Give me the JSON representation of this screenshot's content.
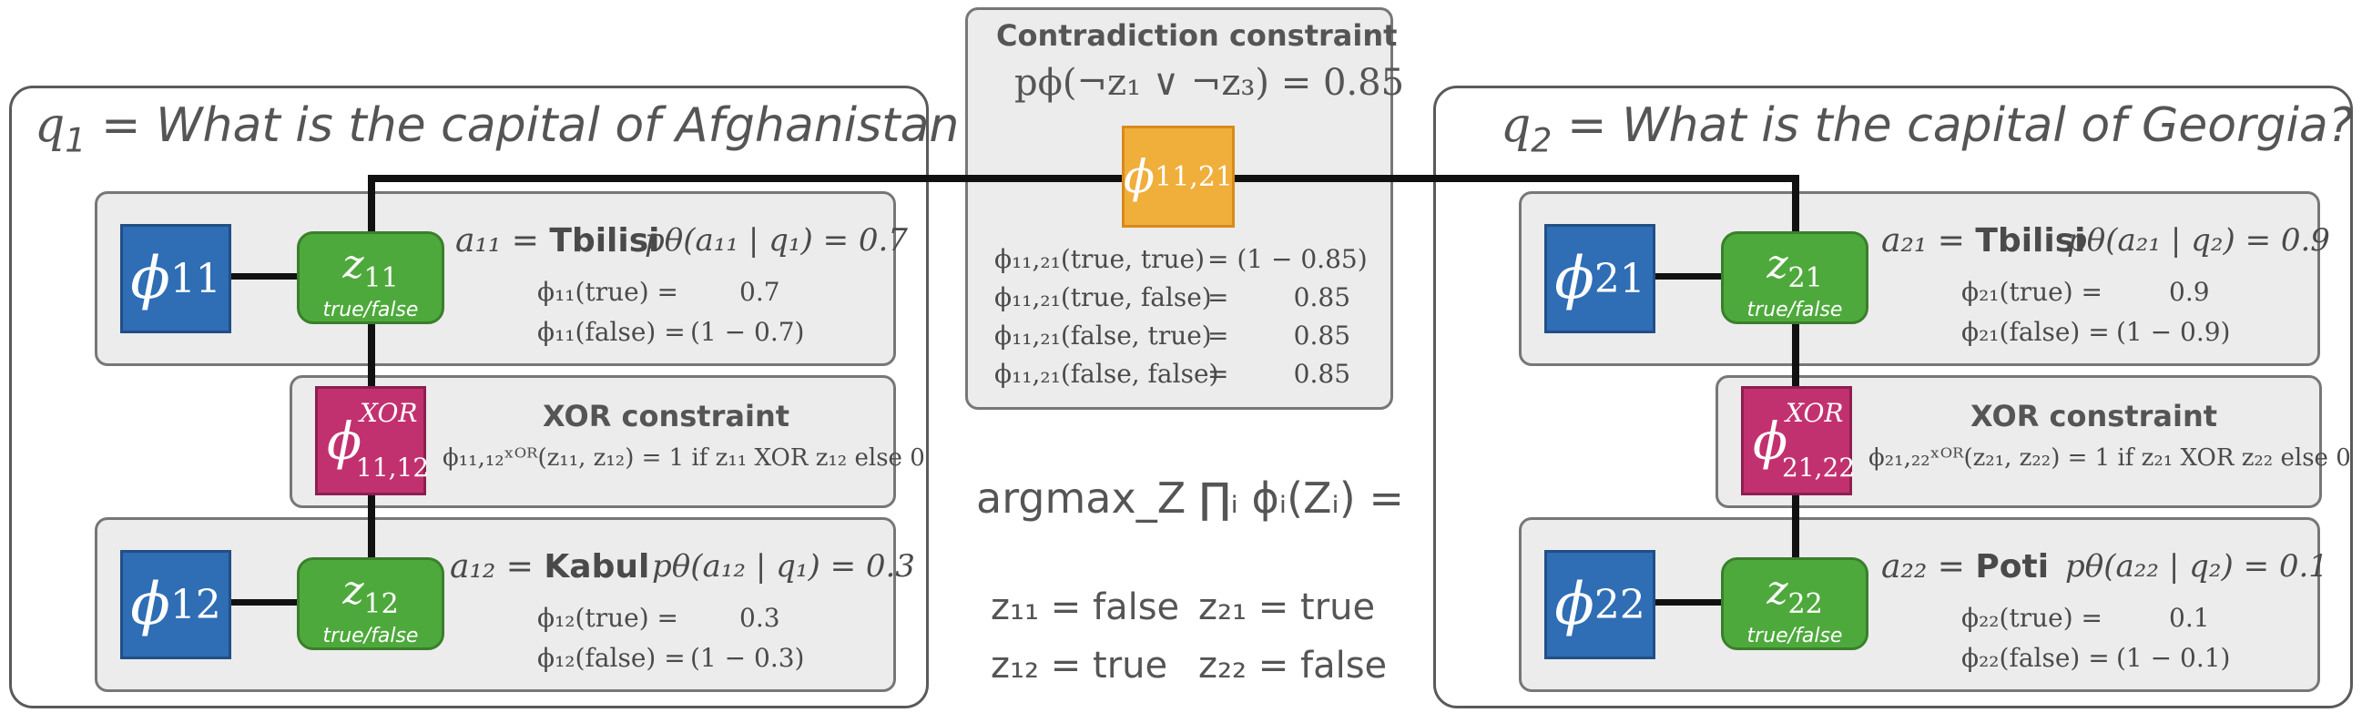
{
  "q1": {
    "var": "q",
    "idx": "1",
    "eq": " = ",
    "text": "What is the capital of Afghanistan?"
  },
  "q2": {
    "var": "q",
    "idx": "2",
    "eq": " = ",
    "text": "What is the capital of Georgia?"
  },
  "contradiction": {
    "title": "Contradiction constraint",
    "formula": "pϕ(¬z₁ ∨ ¬z₃) = 0.85",
    "node": "ϕ",
    "node_idx": "11,21",
    "rows": [
      {
        "arg": "ϕ₁₁,₂₁(true, true)",
        "val": "= (1 − 0.85)"
      },
      {
        "arg": "ϕ₁₁,₂₁(true, false)",
        "val": "=        0.85"
      },
      {
        "arg": "ϕ₁₁,₂₁(false, true)",
        "val": "=        0.85"
      },
      {
        "arg": "ϕ₁₁,₂₁(false, false)",
        "val": "=        0.85"
      }
    ]
  },
  "left": {
    "a1": {
      "phi": "ϕ",
      "phi_idx": "11",
      "z": "z",
      "z_idx": "11",
      "tf": "true/false",
      "label": "a₁₁ = ",
      "answer": "Tbilisi",
      "prob": "pθ(a₁₁ | q₁) = 0.7",
      "rows": [
        {
          "arg": "ϕ₁₁(true) =",
          "val": "0.7"
        },
        {
          "arg": "ϕ₁₁(false) =",
          "val": "(1 − 0.7)"
        }
      ]
    },
    "xor": {
      "node": "ϕ",
      "node_sup": "XOR",
      "node_sub": "11,12",
      "title": "XOR constraint",
      "formula": "ϕ₁₁,₁₂ˣᴼᴿ(z₁₁, z₁₂) = 1 if z₁₁ XOR z₁₂ else 0"
    },
    "a2": {
      "phi": "ϕ",
      "phi_idx": "12",
      "z": "z",
      "z_idx": "12",
      "tf": "true/false",
      "label": "a₁₂ = ",
      "answer": "Kabul",
      "prob": "pθ(a₁₂ | q₁) = 0.3",
      "rows": [
        {
          "arg": "ϕ₁₂(true) =",
          "val": "0.3"
        },
        {
          "arg": "ϕ₁₂(false) =",
          "val": "(1 − 0.3)"
        }
      ]
    }
  },
  "right": {
    "a1": {
      "phi": "ϕ",
      "phi_idx": "21",
      "z": "z",
      "z_idx": "21",
      "tf": "true/false",
      "label": "a₂₁ = ",
      "answer": "Tbilisi",
      "prob": "pθ(a₂₁ | q₂) = 0.9",
      "rows": [
        {
          "arg": "ϕ₂₁(true) =",
          "val": "0.9"
        },
        {
          "arg": "ϕ₂₁(false) =",
          "val": "(1 − 0.9)"
        }
      ]
    },
    "xor": {
      "node": "ϕ",
      "node_sup": "XOR",
      "node_sub": "21,22",
      "title": "XOR constraint",
      "formula": "ϕ₂₁,₂₂ˣᴼᴿ(z₂₁, z₂₂) = 1 if z₂₁ XOR z₂₂ else 0"
    },
    "a2": {
      "phi": "ϕ",
      "phi_idx": "22",
      "z": "z",
      "z_idx": "22",
      "tf": "true/false",
      "label": "a₂₂ = ",
      "answer": "Poti",
      "prob": "pθ(a₂₂ | q₂) = 0.1",
      "rows": [
        {
          "arg": "ϕ₂₂(true) =",
          "val": "0.1"
        },
        {
          "arg": "ϕ₂₂(false) =",
          "val": "(1 − 0.1)"
        }
      ]
    }
  },
  "argmax": {
    "formula": "argmax_Z ∏ᵢ ϕᵢ(Zᵢ) =",
    "r1c1": "z₁₁ = false",
    "r1c2": "z₂₁ = true",
    "r2c1": "z₁₂ = true",
    "r2c2": "z₂₂ = false"
  },
  "colors": {
    "factor": "#2f6db5",
    "variable": "#4ea93c",
    "xor": "#c2316f",
    "contradiction": "#f0ae3b",
    "panel_fill": "#ececec"
  }
}
